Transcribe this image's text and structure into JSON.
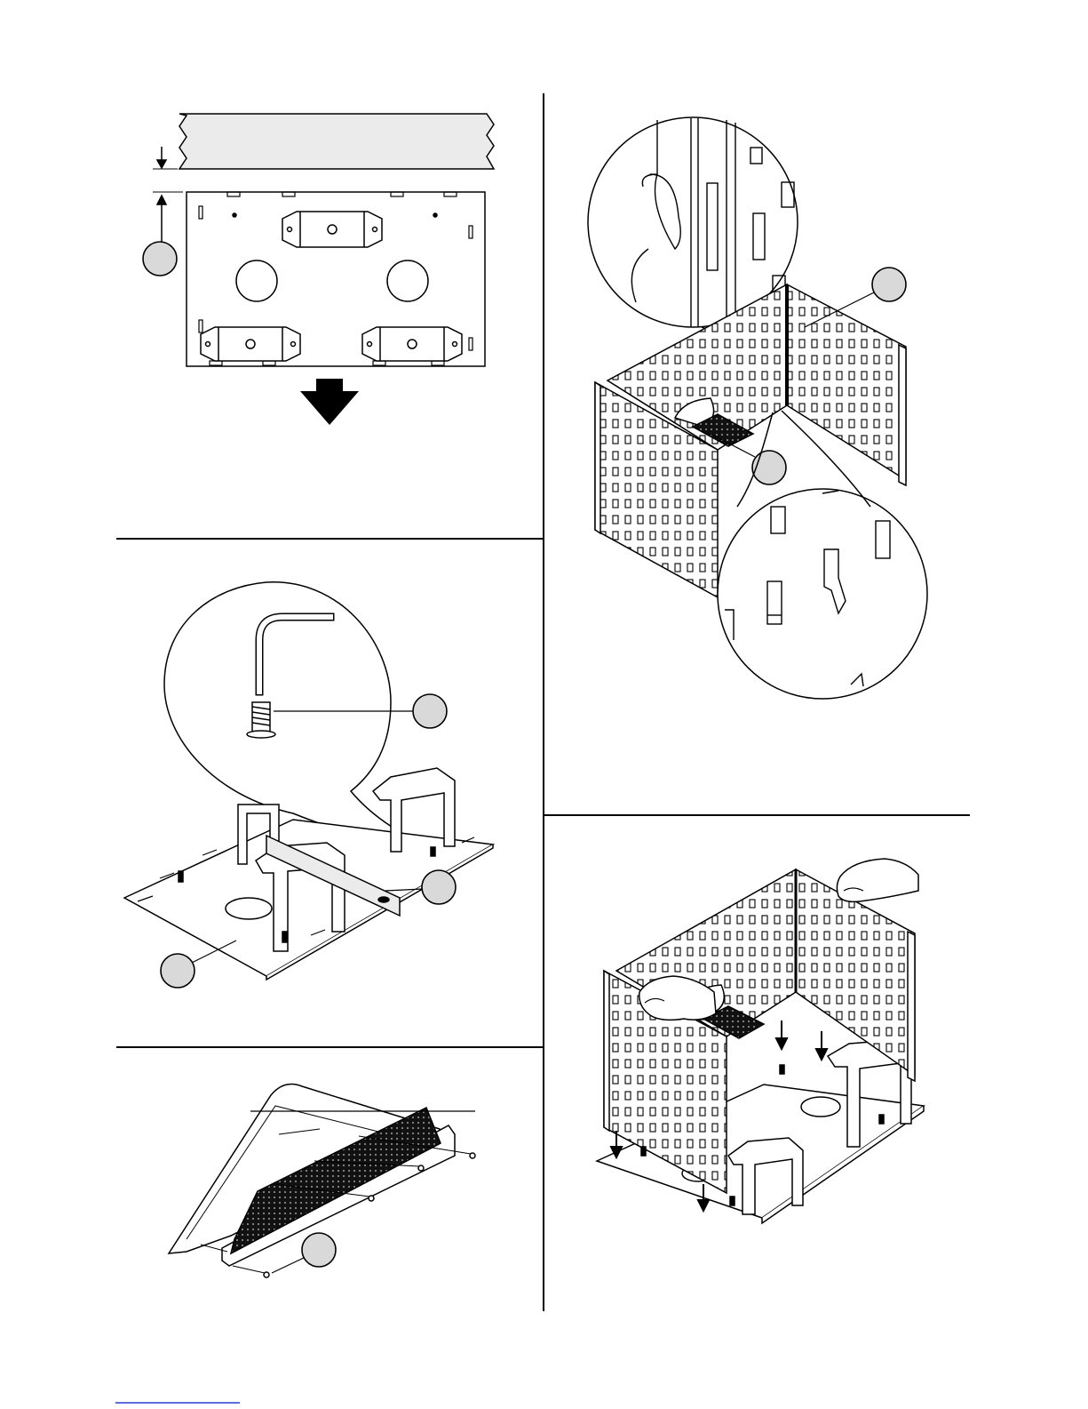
{
  "document": {
    "type": "assembly-instructions-page",
    "panels": [
      {
        "id": "panel-1",
        "content": "mounting-plate-top-view"
      },
      {
        "id": "panel-2",
        "content": "stands-on-base-with-hex-key-detail"
      },
      {
        "id": "panel-3",
        "content": "filter-frame-exploded"
      },
      {
        "id": "panel-4",
        "content": "perforated-panels-hook-detail"
      },
      {
        "id": "panel-5",
        "content": "place-panels-on-base"
      }
    ],
    "callouts": [
      {
        "id": "c1",
        "label": ""
      },
      {
        "id": "c2",
        "label": ""
      },
      {
        "id": "c3",
        "label": ""
      },
      {
        "id": "c4",
        "label": ""
      },
      {
        "id": "c5",
        "label": ""
      },
      {
        "id": "c6",
        "label": ""
      },
      {
        "id": "c7",
        "label": ""
      }
    ],
    "colors": {
      "ink": "#000000",
      "callout_fill": "#d9d9d9",
      "hatch_fill": "#ebebeb",
      "link_line": "#2a3fd4"
    }
  }
}
